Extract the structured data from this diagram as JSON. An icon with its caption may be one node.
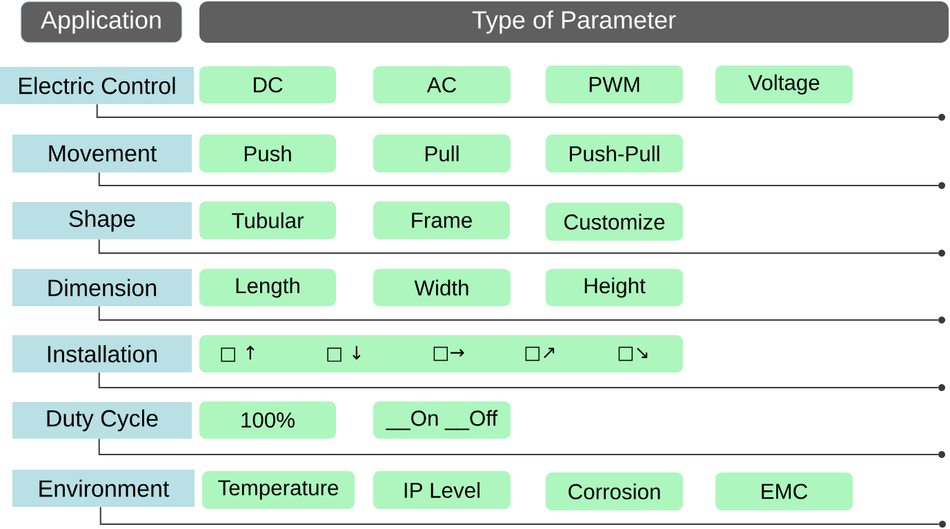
{
  "diagram": {
    "nodes": [
      {
        "text": [
          "Application"
        ]
      },
      {
        "text": [
          "Type of Parameter"
        ]
      },
      {
        "text": [
          "Electric Control"
        ]
      },
      {
        "text": [
          "DC"
        ]
      },
      {
        "text": [
          "AC"
        ]
      },
      {
        "text": [
          "PWM"
        ]
      },
      {
        "text": [
          "Voltage"
        ]
      },
      {
        "text": [],
        "shape": "circle"
      },
      {
        "text": [
          "Movement"
        ]
      },
      {
        "text": [
          "Push"
        ]
      },
      {
        "text": [
          "Pull"
        ]
      },
      {
        "text": [
          "Push-Pull"
        ]
      },
      {
        "text": [],
        "shape": "circle"
      },
      {
        "text": [
          "Shape"
        ]
      },
      {
        "text": [
          "Tubular"
        ]
      },
      {
        "text": [
          "Frame"
        ]
      },
      {
        "text": [
          "Customize"
        ]
      },
      {
        "text": [],
        "shape": "circle"
      },
      {
        "text": [
          "Dimension"
        ]
      },
      {
        "text": [
          "Length"
        ]
      },
      {
        "text": [
          "Width"
        ]
      },
      {
        "text": [
          "Height"
        ]
      },
      {
        "text": [],
        "shape": "circle"
      },
      {
        "text": [
          "Installation"
        ]
      },
      {
        "text": [
          "□ ↑",
          "□ ↓",
          "□→",
          "□↗",
          "□↘"
        ]
      },
      {
        "text": [],
        "shape": "circle"
      },
      {
        "text": [
          "Duty Cycle"
        ]
      },
      {
        "text": [
          "100%"
        ]
      },
      {
        "text": [
          "__On __Off"
        ]
      },
      {
        "text": [],
        "shape": "circle"
      },
      {
        "text": [
          "Environment"
        ]
      },
      {
        "text": [
          "Temperature"
        ]
      },
      {
        "text": [
          "IP Level"
        ]
      },
      {
        "text": [
          "Corrosion"
        ]
      },
      {
        "text": [
          "EMC"
        ]
      },
      {
        "text": [],
        "shape": "circle"
      }
    ],
    "edges": [
      {
        "from": 2,
        "to": 7,
        "arrow": "none"
      },
      {
        "from": 8,
        "to": 12,
        "arrow": "none"
      },
      {
        "from": 13,
        "to": 17,
        "arrow": "none"
      },
      {
        "from": 18,
        "to": 22,
        "arrow": "none"
      },
      {
        "from": 23,
        "to": 25,
        "arrow": "none"
      },
      {
        "from": 26,
        "to": 29,
        "arrow": "none"
      },
      {
        "from": 30,
        "to": 35,
        "arrow": "none"
      }
    ]
  }
}
